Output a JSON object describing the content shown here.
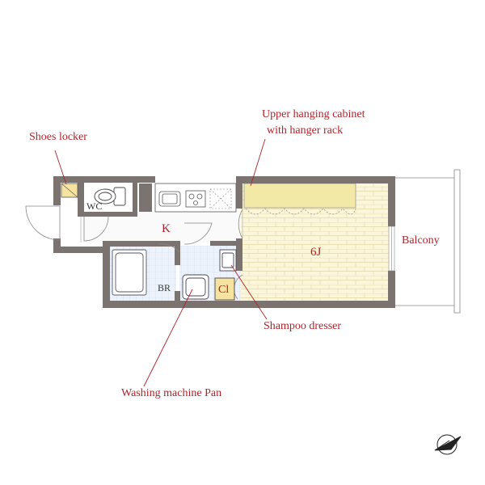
{
  "annotations": {
    "shoes_locker": "Shoes locker",
    "upper_cabinet_line1": "Upper hanging cabinet",
    "upper_cabinet_line2": "with hanger rack",
    "shampoo_dresser": "Shampoo dresser",
    "washing_machine_pan": "Washing machine Pan"
  },
  "rooms": {
    "wc": "WC",
    "kitchen": "K",
    "bathroom": "BR",
    "closet": "Cl",
    "main_room": "6J",
    "balcony": "Balcony"
  },
  "colors": {
    "wall": "#7a7370",
    "floor_wood": "#fbf6d9",
    "cabinet": "#f2e9a6",
    "wet_area": "#e6effa",
    "closet": "#f6e3a0",
    "annotation": "#b3222a"
  },
  "icons": [
    "compass-icon",
    "toilet-icon",
    "stove-icon",
    "sink-icon",
    "bathtub-icon",
    "washing-machine-icon"
  ]
}
